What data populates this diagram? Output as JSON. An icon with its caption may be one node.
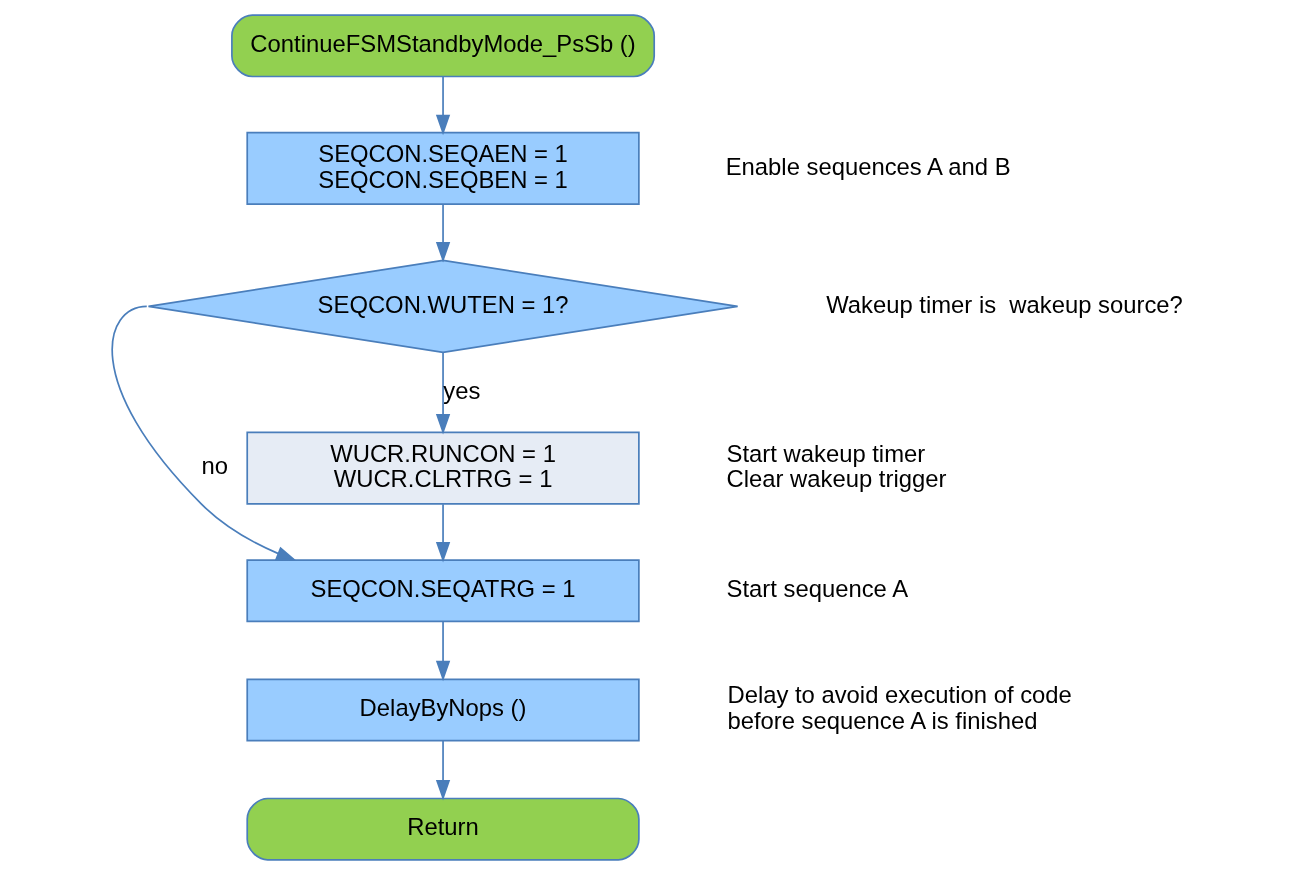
{
  "diagram": {
    "nodes": [
      {
        "text": [
          "ContinueFSMStandbyMode_PsSb ()"
        ]
      },
      {
        "text": [
          "SEQCON.SEQAEN = 1 SEQCON.SEQBEN = 1"
        ],
        "beside": [
          "Enable sequences A and B"
        ]
      },
      {
        "text": [
          "SEQCON.WUTEN = 1?"
        ],
        "beside": [
          "Wakeup timer is  wakeup source?"
        ]
      },
      {
        "text": [
          "WUCR.RUNCON = 1 WUCR.CLRTRG = 1"
        ],
        "beside": [
          "Start wakeup timer",
          "Clear wakeup trigger"
        ]
      },
      {
        "text": [
          "SEQCON.SEQATRG = 1"
        ],
        "beside": [
          "Start sequence A"
        ]
      },
      {
        "text": [
          "DelayByNops ()"
        ],
        "beside": [
          "Delay to avoid execution of code before sequence A is finished"
        ]
      },
      {
        "text": [
          "Return"
        ]
      }
    ],
    "edges": [
      {
        "from": 0,
        "to": 1,
        "arrow": "to"
      },
      {
        "from": 1,
        "to": 2,
        "arrow": "to"
      },
      {
        "from": 2,
        "to": 3,
        "arrow": "to",
        "label": "yes"
      },
      {
        "from": 2,
        "to": 4,
        "arrow": "to",
        "label": "no"
      },
      {
        "from": 3,
        "to": 4,
        "arrow": "to"
      },
      {
        "from": 4,
        "to": 5,
        "arrow": "to"
      },
      {
        "from": 5,
        "to": 6,
        "arrow": "to"
      }
    ]
  }
}
